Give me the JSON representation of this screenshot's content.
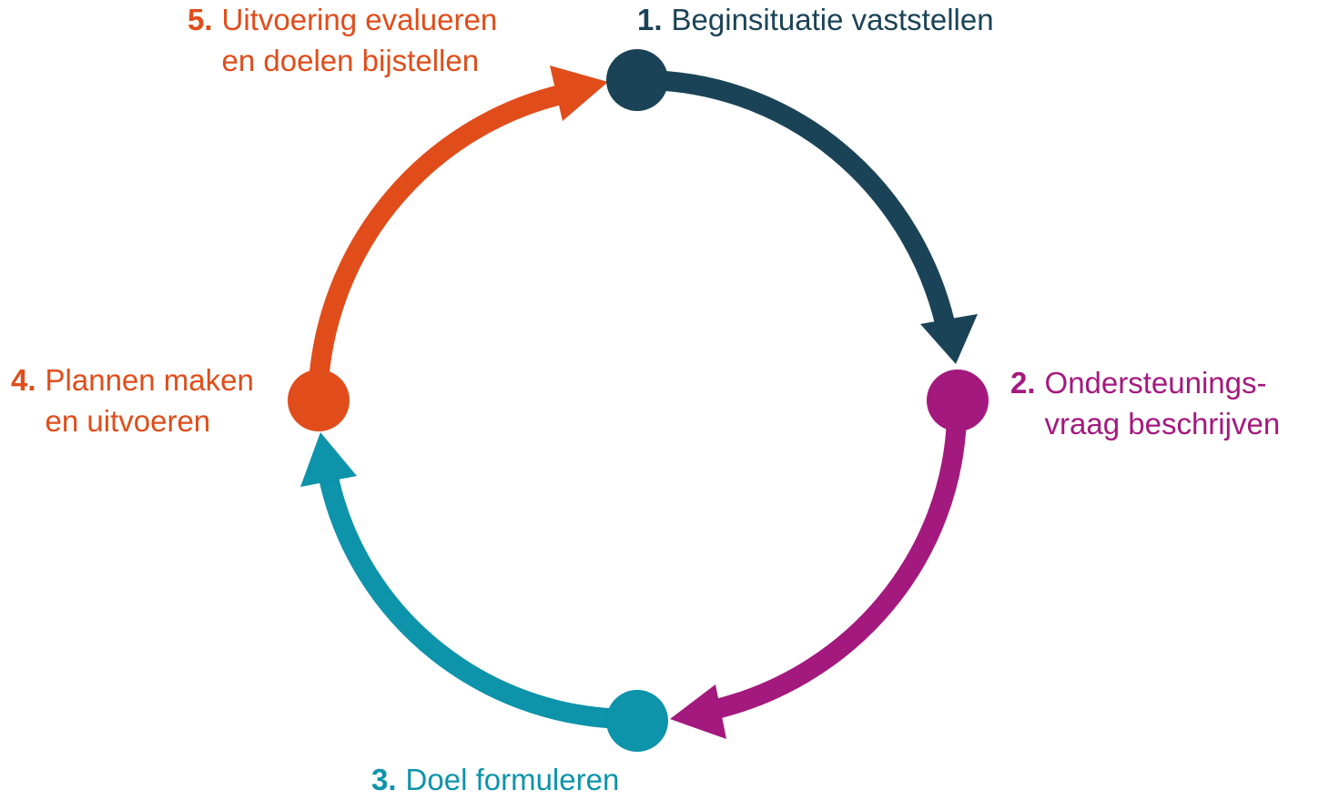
{
  "steps": [
    {
      "id": "1",
      "number": "1.",
      "lines": [
        "Beginsituatie vaststellen"
      ],
      "color": "#1b4357"
    },
    {
      "id": "2",
      "number": "2.",
      "lines": [
        "Ondersteunings-",
        "vraag beschrijven"
      ],
      "color": "#a4197e"
    },
    {
      "id": "3",
      "number": "3.",
      "lines": [
        "Doel formuleren"
      ],
      "color": "#0d93aa"
    },
    {
      "id": "4",
      "number": "4.",
      "lines": [
        "Plannen maken",
        "en uitvoeren"
      ],
      "color": "#e04d1b"
    },
    {
      "id": "5",
      "number": "5.",
      "lines": [
        "Uitvoering evalueren",
        "en doelen bijstellen"
      ],
      "color": "#e04d1b"
    }
  ]
}
